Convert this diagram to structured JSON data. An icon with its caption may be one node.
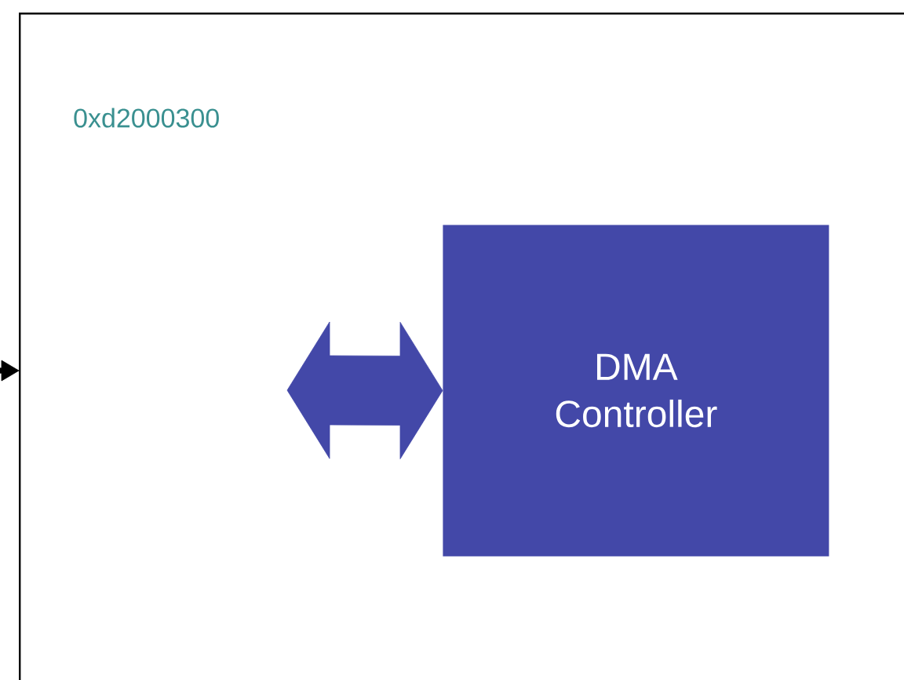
{
  "diagram": {
    "nodes": [
      {
        "text": [
          "0xd2000300"
        ]
      },
      {
        "text": [
          "DMA Controller"
        ],
        "in": 0
      }
    ],
    "edges": [
      {
        "from": null,
        "to": 0,
        "arrow": "to"
      },
      {
        "from": null,
        "to": 1,
        "arrow": "both",
        "style": "thick",
        "color": "#4348a8"
      }
    ]
  }
}
